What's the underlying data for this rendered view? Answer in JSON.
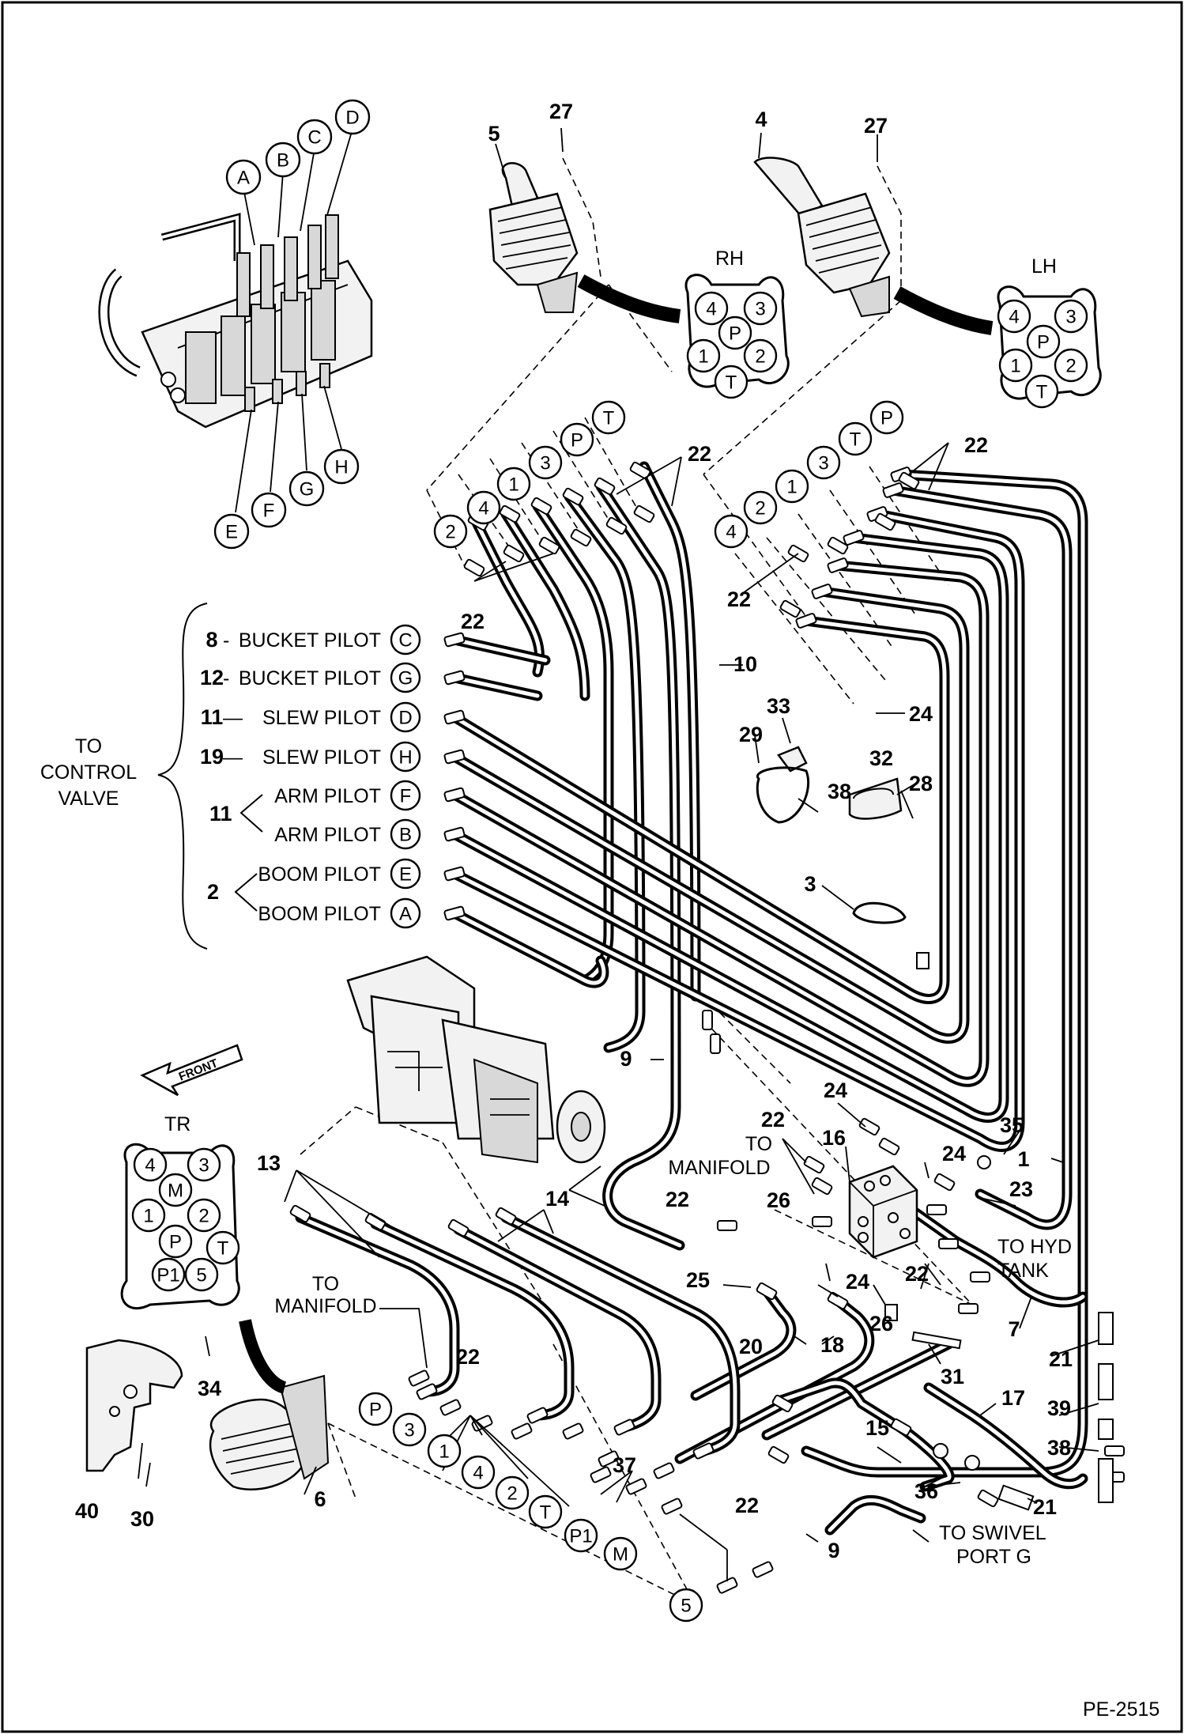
{
  "title": "",
  "drawing_number": "PE-2515",
  "connector_groups": {
    "rh": {
      "title": "RH",
      "ports": [
        "4",
        "3",
        "P",
        "1",
        "2",
        "T"
      ]
    },
    "lh": {
      "title": "LH",
      "ports": [
        "4",
        "3",
        "P",
        "1",
        "2",
        "T"
      ]
    },
    "tr": {
      "title": "TR",
      "ports": [
        "4",
        "3",
        "M",
        "1",
        "2",
        "P",
        "T",
        "P1",
        "5"
      ]
    }
  },
  "control_valve_ports": [
    "A",
    "B",
    "C",
    "D",
    "E",
    "F",
    "G",
    "H"
  ],
  "pilot_lines": [
    {
      "num": "8",
      "dash": "-",
      "name": "BUCKET PILOT",
      "port": "C"
    },
    {
      "num": "12",
      "dash": "-",
      "name": "BUCKET PILOT",
      "port": "G"
    },
    {
      "num": "11",
      "dash": "—",
      "name": "SLEW PILOT",
      "port": "D"
    },
    {
      "num": "19",
      "dash": "—",
      "name": "SLEW PILOT",
      "port": "H"
    },
    {
      "num": "",
      "dash": "",
      "name": "ARM PILOT",
      "port": "F"
    },
    {
      "num": "",
      "dash": "",
      "name": "ARM PILOT",
      "port": "B"
    },
    {
      "num": "",
      "dash": "",
      "name": "BOOM PILOT",
      "port": "E"
    },
    {
      "num": "",
      "dash": "",
      "name": "BOOM PILOT",
      "port": "A"
    }
  ],
  "group_numbers": {
    "arm": "11",
    "boom": "2"
  },
  "to_control_valve": [
    "TO",
    "CONTROL",
    "VALVE"
  ],
  "rh_port_labels": [
    "2",
    "4",
    "1",
    "3",
    "P",
    "T"
  ],
  "lh_port_labels": [
    "4",
    "2",
    "1",
    "3",
    "T",
    "P"
  ],
  "tr_port_labels": [
    "P",
    "3",
    "1",
    "4",
    "2",
    "T",
    "P1",
    "M",
    "5"
  ],
  "callouts": {
    "c5": "5",
    "c4": "4",
    "c27a": "27",
    "c27b": "27",
    "c22rh_top": "22",
    "c22rh_bot": "22",
    "c22lh_top": "22",
    "c22lh_bot": "22",
    "c10": "10",
    "c24a": "24",
    "c33": "33",
    "c29": "29",
    "c32": "32",
    "c28": "28",
    "c38": "38",
    "c3": "3",
    "c9a": "9",
    "c24b": "24",
    "c22m": "22",
    "c16": "16",
    "c24c": "24",
    "c35": "35",
    "c1": "1",
    "c23": "23",
    "c22n": "22",
    "c26a": "26",
    "c25": "25",
    "c24d": "24",
    "c22o": "22",
    "c26b": "26",
    "c20": "20",
    "c18": "18",
    "c31": "31",
    "c7": "7",
    "c17": "17",
    "c21a": "21",
    "c39": "39",
    "c38b": "38",
    "c15": "15",
    "c36": "36",
    "c21b": "21",
    "c9b": "9",
    "c13": "13",
    "c14": "14",
    "c22p": "22",
    "c37": "37",
    "c22q": "22",
    "c34": "34",
    "c40": "40",
    "c30": "30",
    "c6": "6"
  },
  "notes": {
    "to_manifold_a": [
      "TO",
      "MANIFOLD"
    ],
    "to_manifold_b": [
      "TO",
      "MANIFOLD"
    ],
    "to_hyd_tank": [
      "TO HYD",
      "TANK"
    ],
    "to_swivel": [
      "TO SWIVEL",
      "PORT G"
    ],
    "front_arrow": "FRONT"
  }
}
